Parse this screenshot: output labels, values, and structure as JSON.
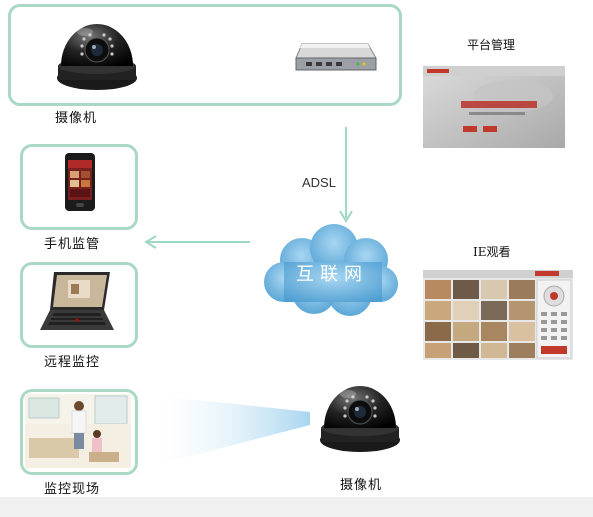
{
  "labels": {
    "top_camera": "摄像机",
    "phone": "手机监管",
    "laptop": "远程监控",
    "site": "监控现场",
    "bottom_camera": "摄像机",
    "adsl": "ADSL",
    "internet": "互联网",
    "platform": "平台管理",
    "ie": "IE观看"
  },
  "colors": {
    "frame_border": "#a9d8c4",
    "arrow": "#9fd8c0",
    "cloud": "#6fb7e0"
  },
  "icons": [
    "dome-camera-icon",
    "router-icon",
    "phone-icon",
    "laptop-icon",
    "cloud-icon"
  ]
}
